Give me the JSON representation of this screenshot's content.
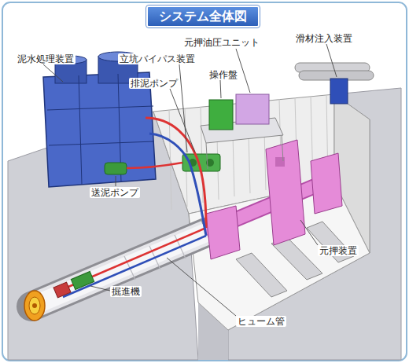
{
  "diagram": {
    "title": "システム全体図",
    "labels": [
      "泥水処理装置",
      "立坑バイパス装置",
      "元押油圧ユニット",
      "操作盤",
      "滑材注入装置",
      "排泥ポンプ",
      "送泥ポンプ",
      "元押装置",
      "掘進機",
      "ヒューム管"
    ]
  }
}
